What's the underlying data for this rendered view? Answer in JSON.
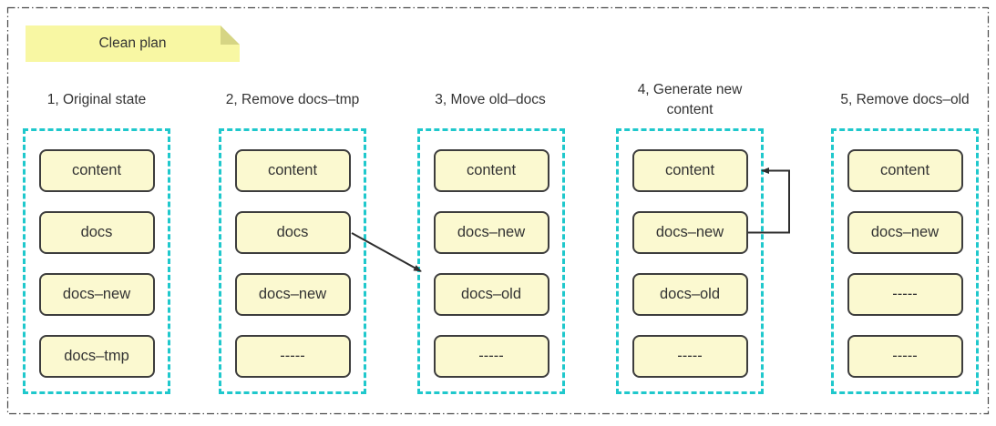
{
  "note": {
    "label": "Clean plan"
  },
  "columns": [
    {
      "title": "1, Original state",
      "boxes": [
        "content",
        "docs",
        "docs–new",
        "docs–tmp"
      ]
    },
    {
      "title": "2, Remove docs–tmp",
      "boxes": [
        "content",
        "docs",
        "docs–new",
        "-----"
      ]
    },
    {
      "title": "3, Move old–docs",
      "boxes": [
        "content",
        "docs–new",
        "docs–old",
        "-----"
      ]
    },
    {
      "title": "4, Generate new content",
      "boxes": [
        "content",
        "docs–new",
        "docs–old",
        "-----"
      ]
    },
    {
      "title": "5, Remove docs–old",
      "boxes": [
        "content",
        "docs–new",
        "-----",
        "-----"
      ]
    }
  ],
  "arrows": [
    {
      "id": "move-docs-arrow",
      "from": "step 2: docs",
      "to": "step 3: docs–old",
      "style": "straight-diagonal"
    },
    {
      "id": "generate-content-arrow",
      "from": "step 4: docs–new",
      "to": "step 4: content",
      "style": "right-angle-elbow"
    }
  ],
  "colors": {
    "column_border": "#1fc8cc",
    "box_fill": "#fbf9d0",
    "box_border": "#3d3d3d",
    "note_fill": "#f8f7a3",
    "note_fold": "#d6d584",
    "text": "#333333",
    "arrow": "#2e2e2e",
    "outer_border": "#4a4a4a"
  }
}
